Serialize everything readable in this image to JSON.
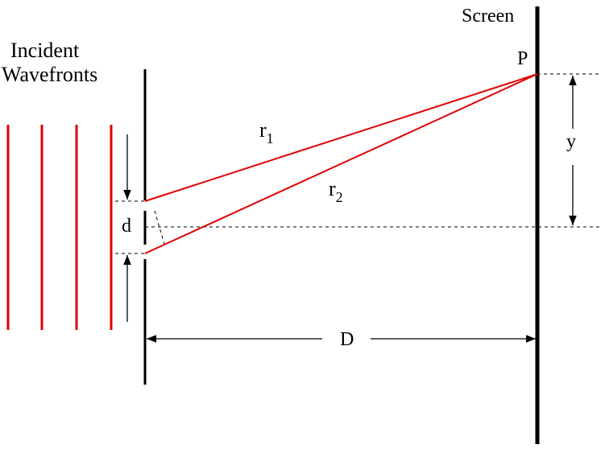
{
  "labels": {
    "screen": "Screen",
    "incident_line1": "Incident",
    "incident_line2": "Wavefronts",
    "point": "P",
    "r1_base": "r",
    "r1_sub": "1",
    "r2_base": "r",
    "r2_sub": "2",
    "d": "d",
    "y": "y",
    "D": "D"
  },
  "colors": {
    "ray": "#e00000",
    "wavefront": "#e00000",
    "line": "#000000",
    "dashed": "#000000"
  }
}
